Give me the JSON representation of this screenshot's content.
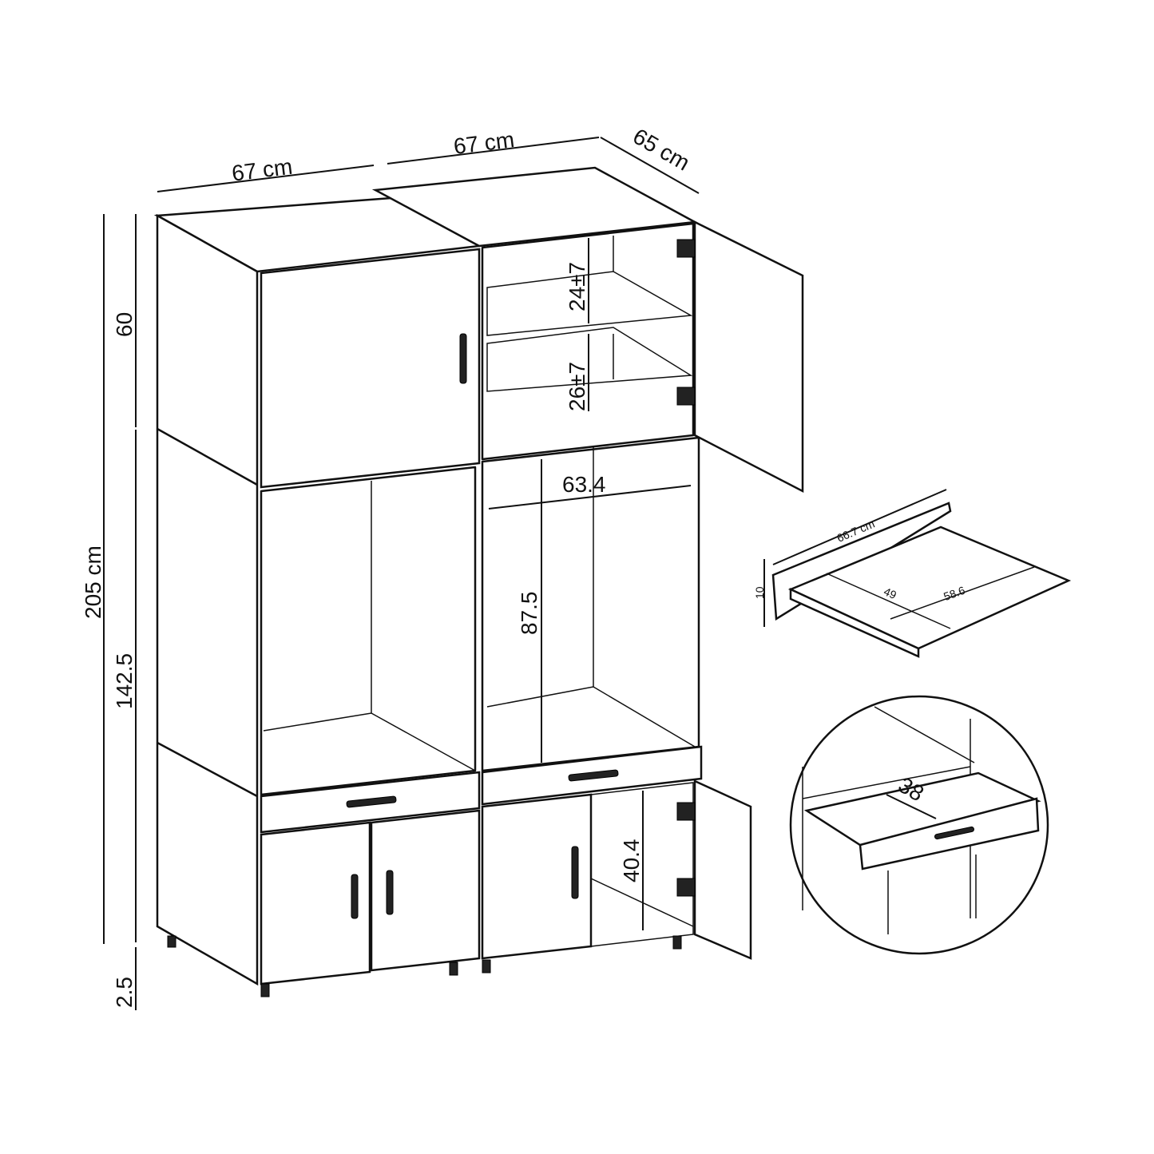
{
  "dimensions": {
    "width_left": "67 cm",
    "width_right": "67 cm",
    "depth": "65 cm",
    "total_height": "205 cm",
    "upper_height": "60",
    "lower_height": "142.5",
    "leg_height": "2.5",
    "shelf_upper": "24±7",
    "shelf_lower": "26±7",
    "inner_width": "63.4",
    "inner_height": "87.5",
    "bottom_inner_height": "40.4"
  },
  "shelf_detail": {
    "length": "66.7 cm",
    "height": "10",
    "depth": "49",
    "width": "58.6"
  },
  "drawer_detail": {
    "depth": "38"
  },
  "colors": {
    "line": "#111111",
    "background": "#ffffff"
  }
}
